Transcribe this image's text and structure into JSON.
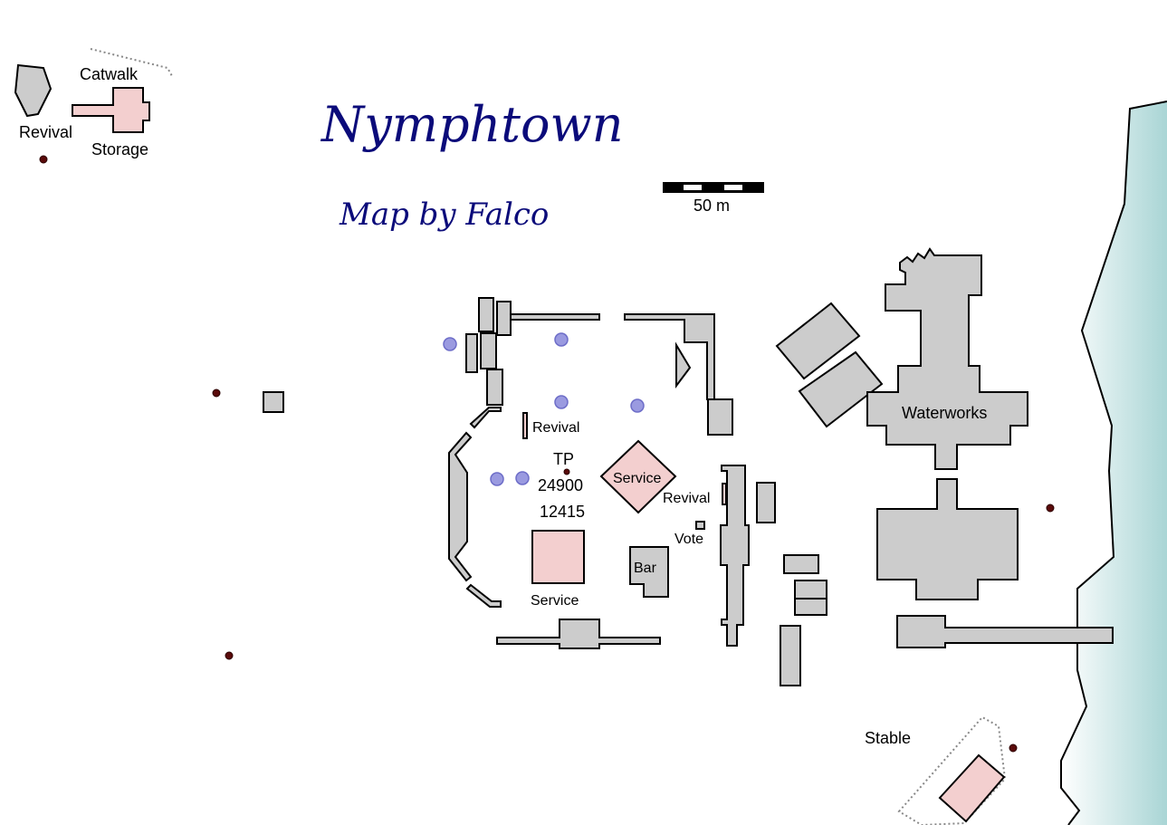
{
  "title": "Nymphtown",
  "subtitle": "Map by Falco",
  "scale": {
    "label": "50 m"
  },
  "colors": {
    "building": "#cccccc",
    "special": "#f3cfcf",
    "title": "#0b0b7a",
    "water": "#bfe0e0"
  },
  "labels": {
    "catwalk": "Catwalk",
    "revival_topleft": "Revival",
    "storage": "Storage",
    "revival_center": "Revival",
    "tp": "TP",
    "tp_x": "24900",
    "tp_y": "12415",
    "service_diamond": "Service",
    "revival_right": "Revival",
    "vote": "Vote",
    "bar": "Bar",
    "service_square": "Service",
    "waterworks": "Waterworks",
    "stable": "Stable"
  }
}
